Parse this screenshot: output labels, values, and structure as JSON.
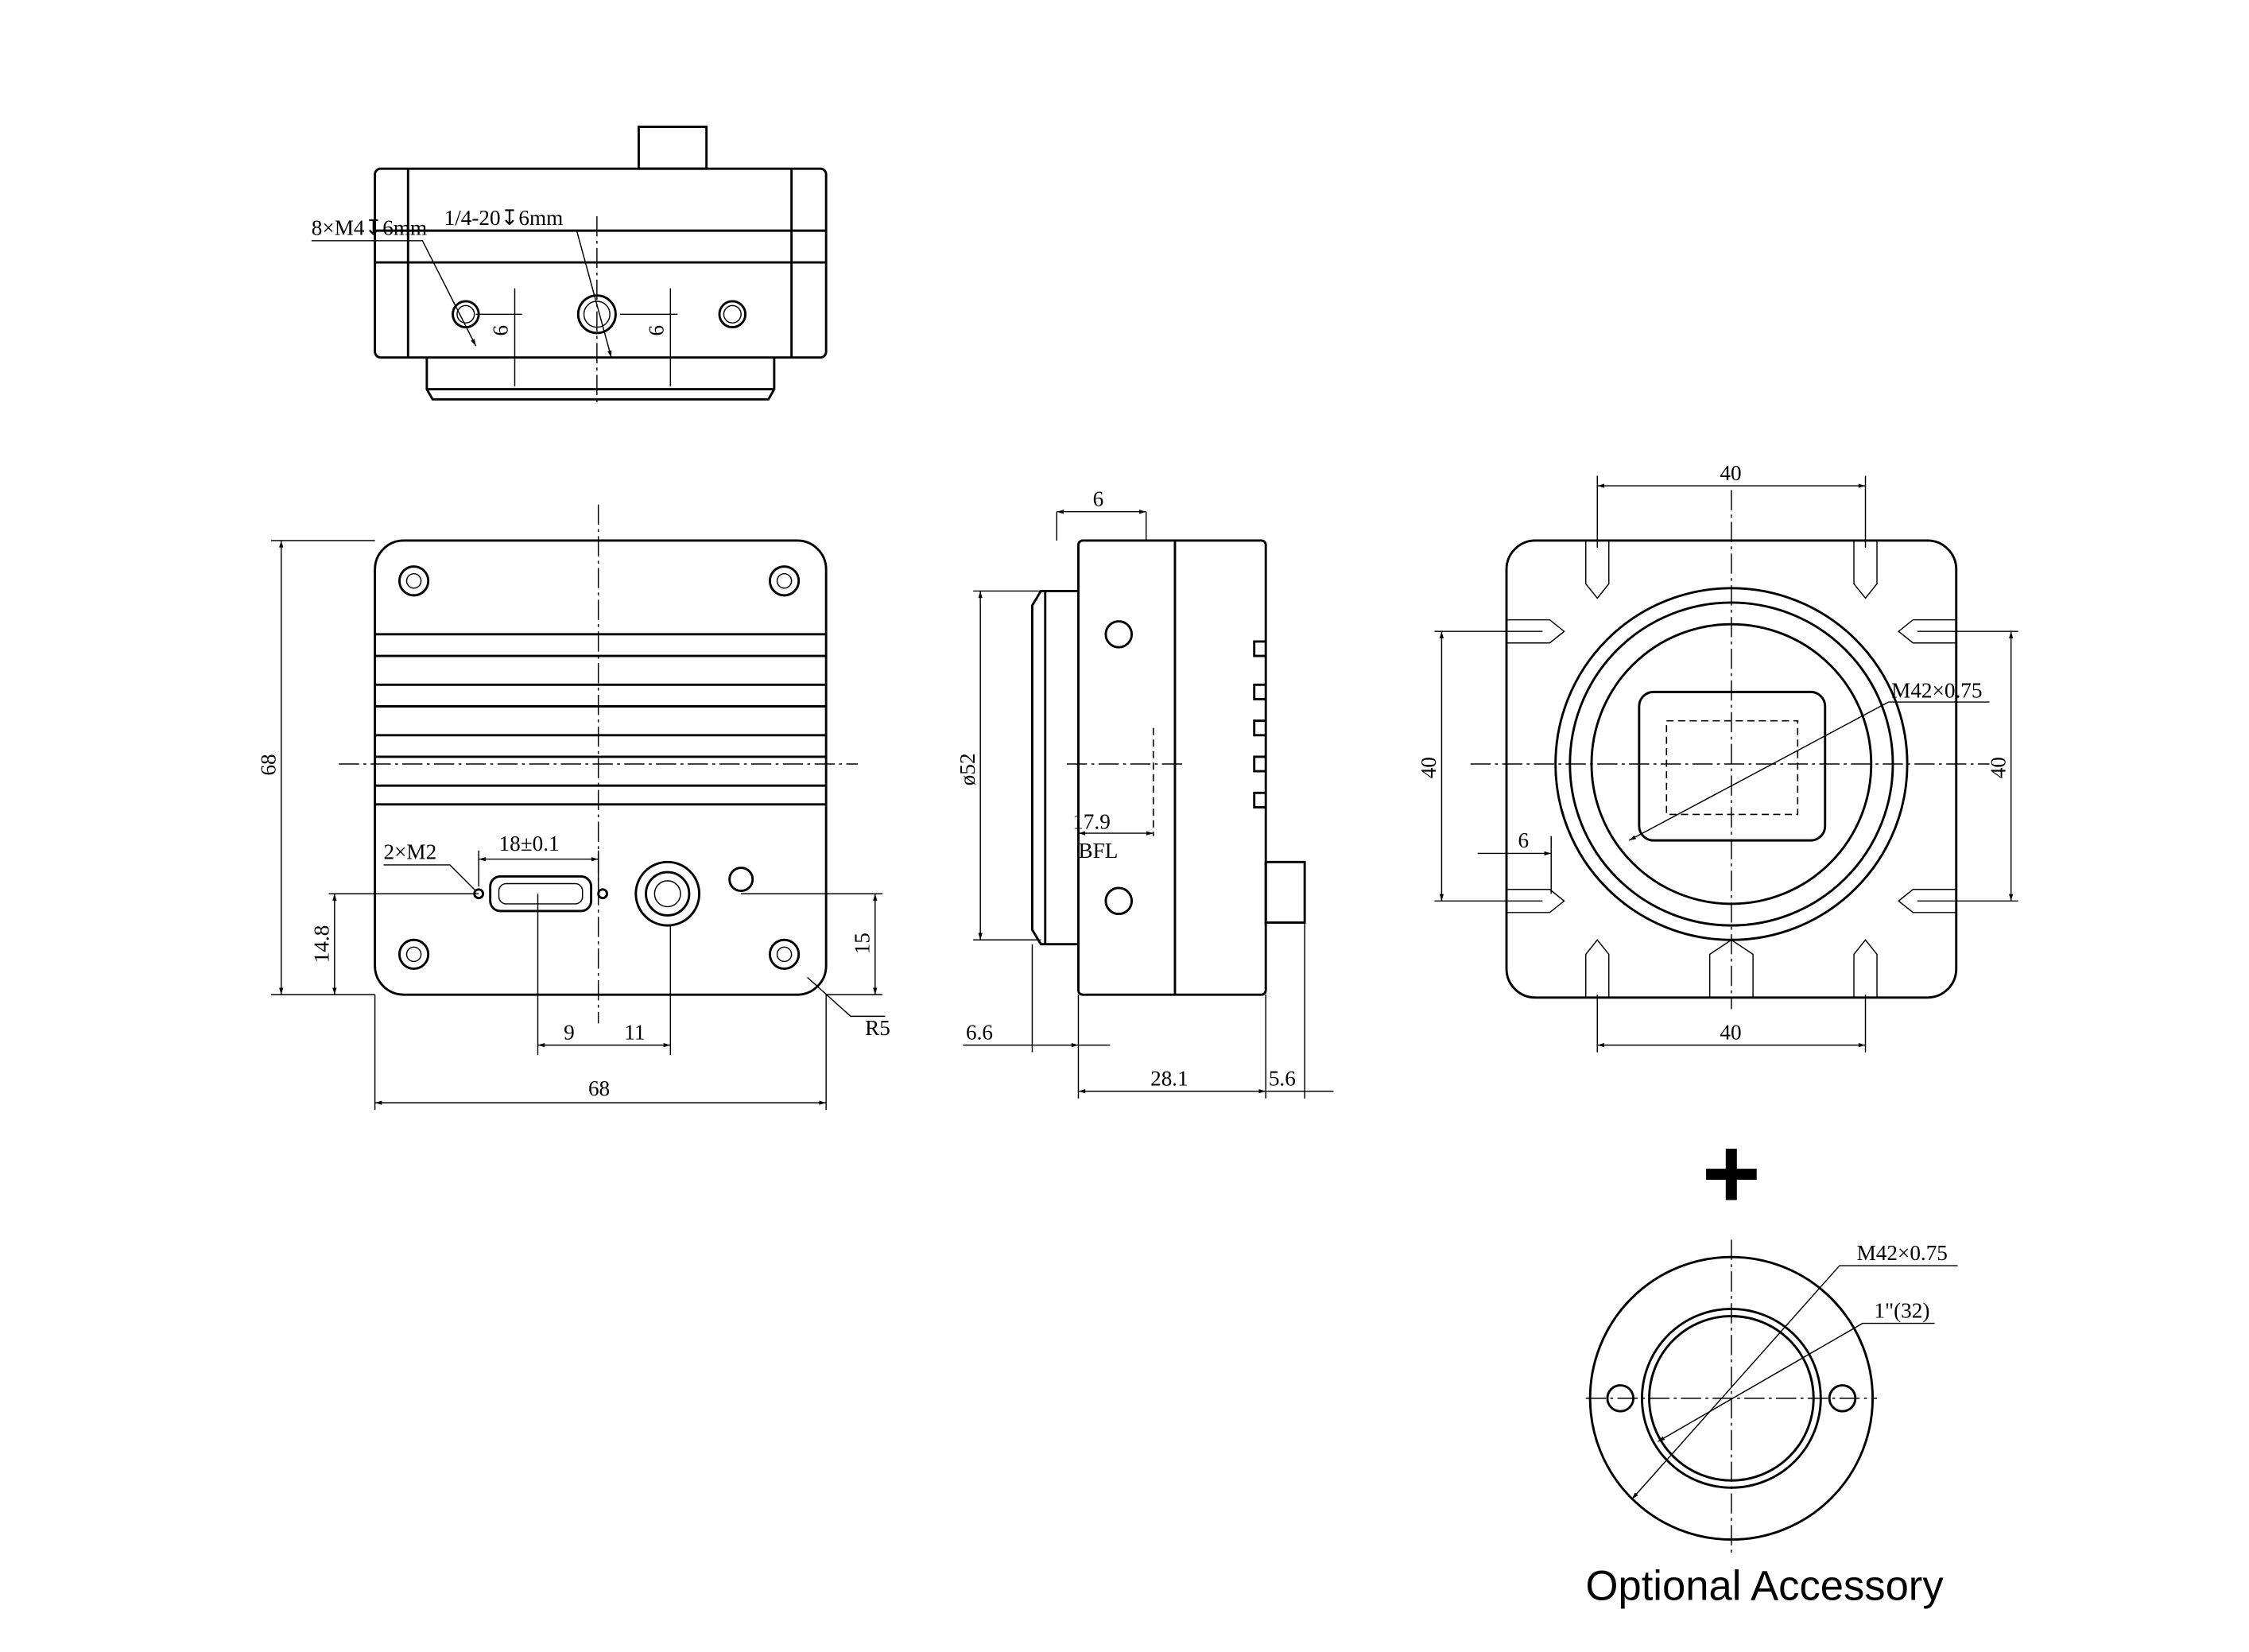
{
  "top_view": {
    "hole_callout": "8×M4↧6mm",
    "tripod_callout": "1/4-20↧6mm",
    "dim_a": "6",
    "dim_b": "6"
  },
  "front_view": {
    "height": "68",
    "width": "68",
    "usb_callout": "2×M2",
    "usb_spacing": "18±0.1",
    "dim_9": "9",
    "dim_11": "11",
    "dim_14_8": "14.8",
    "dim_15": "15",
    "radius": "R5"
  },
  "side_view": {
    "top_6": "6",
    "diameter": "ø52",
    "bfl_value": "17.9",
    "bfl_label": "BFL",
    "dim_6_6": "6.6",
    "dim_28_1": "28.1",
    "dim_5_6": "5.6"
  },
  "back_view": {
    "top_40": "40",
    "bottom_40": "40",
    "left_40": "40",
    "right_40": "40",
    "dim_6": "6",
    "thread": "M42×0.75"
  },
  "accessory": {
    "plus": "+",
    "thread": "M42×0.75",
    "size": "1\"(32)",
    "caption": "Optional Accessory"
  }
}
